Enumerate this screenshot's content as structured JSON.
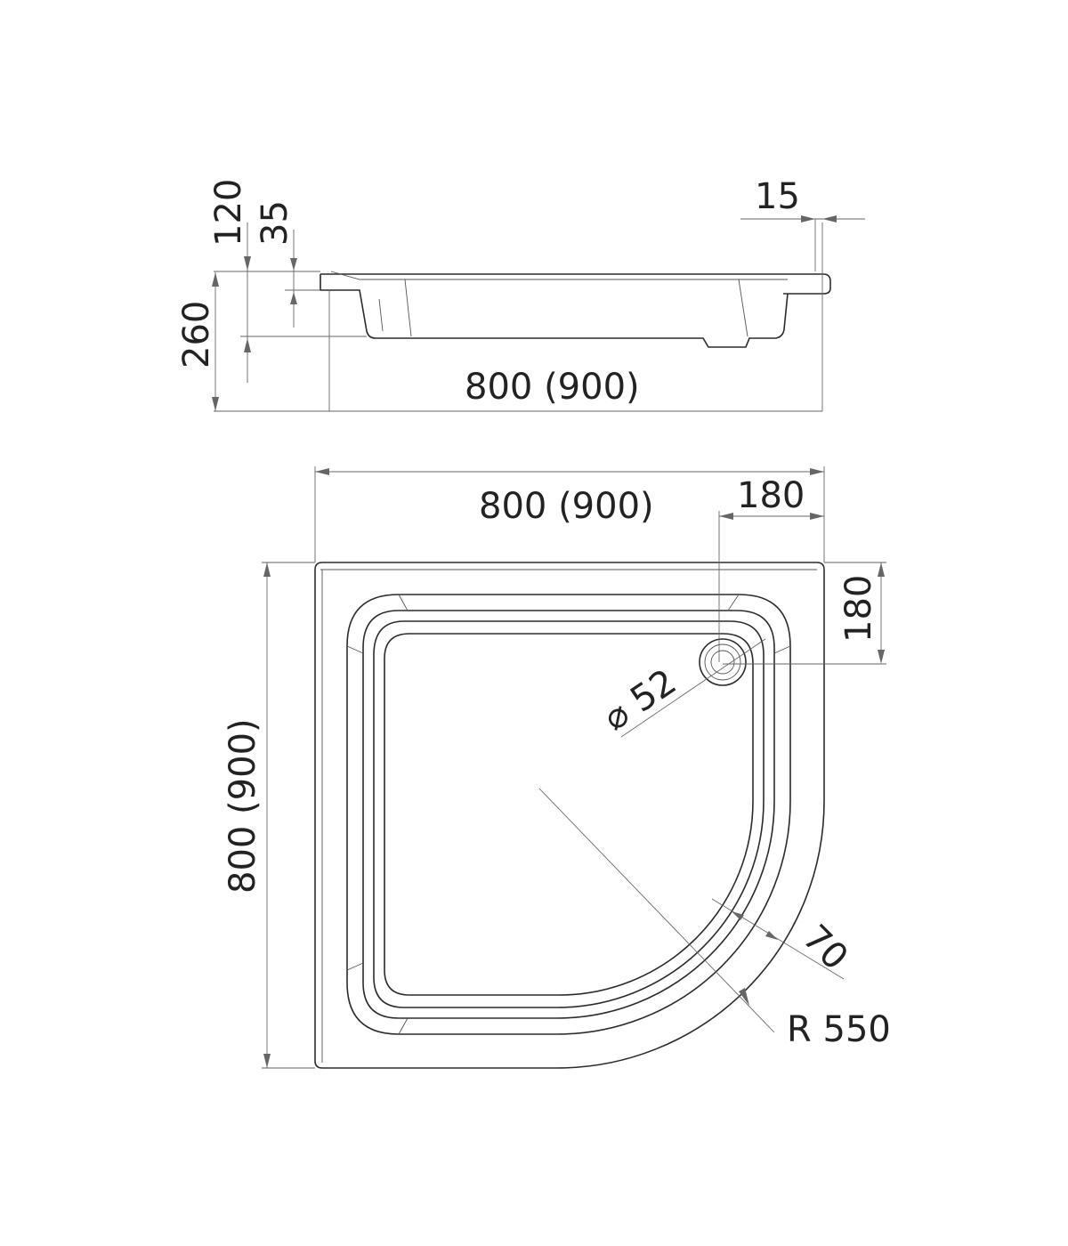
{
  "side_view": {
    "dim_total_height": "260",
    "dim_rim_height": "120",
    "dim_lip": "35",
    "dim_rim_width": "15",
    "dim_length": "800 (900)"
  },
  "top_view": {
    "dim_width": "800 (900)",
    "dim_depth": "800 (900)",
    "dim_drain_x": "180",
    "dim_drain_y": "180",
    "dim_drain_diameter": "⌀ 52",
    "dim_rim_band": "70",
    "dim_radius": "R 550"
  }
}
